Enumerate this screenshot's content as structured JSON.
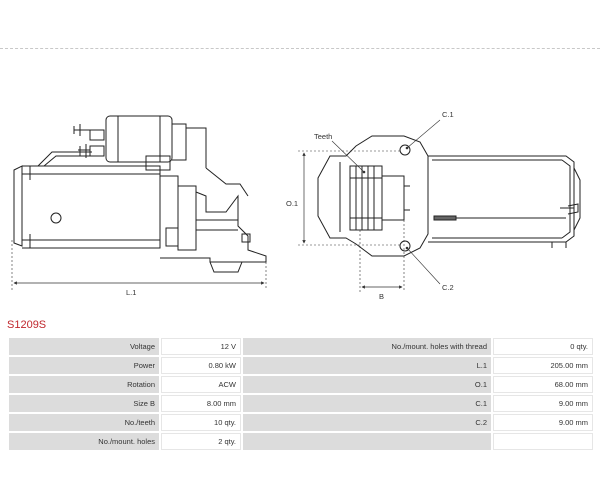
{
  "product": {
    "code": "S1209S"
  },
  "drawing": {
    "labels": {
      "l1": "L.1",
      "o1": "O.1",
      "b": "B",
      "c1": "C.1",
      "c2": "C.2",
      "teeth": "Teeth"
    }
  },
  "specs": {
    "rows": [
      {
        "left_label": "Voltage",
        "left_value": "12 V",
        "right_label": "No./mount. holes with thread",
        "right_value": "0 qty."
      },
      {
        "left_label": "Power",
        "left_value": "0.80 kW",
        "right_label": "L.1",
        "right_value": "205.00 mm"
      },
      {
        "left_label": "Rotation",
        "left_value": "ACW",
        "right_label": "O.1",
        "right_value": "68.00 mm"
      },
      {
        "left_label": "Size B",
        "left_value": "8.00 mm",
        "right_label": "C.1",
        "right_value": "9.00 mm"
      },
      {
        "left_label": "No./teeth",
        "left_value": "10 qty.",
        "right_label": "C.2",
        "right_value": "9.00 mm"
      },
      {
        "left_label": "No./mount. holes",
        "left_value": "2 qty.",
        "right_label": "",
        "right_value": ""
      }
    ]
  }
}
